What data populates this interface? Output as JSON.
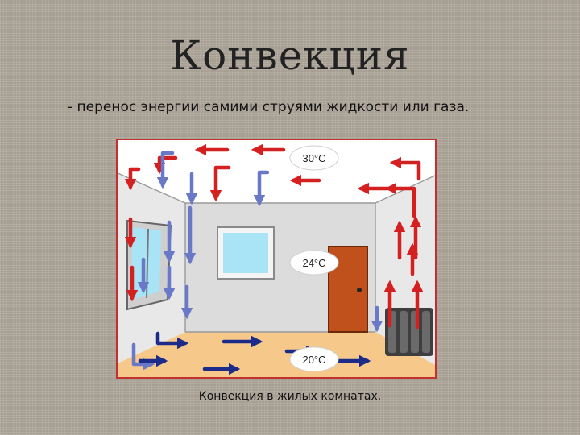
{
  "title": "Конвекция",
  "subtitle": "- перенос энергии самими струями жидкости или газа.",
  "caption": "Конвекция в жилых комнатах.",
  "temperatures": {
    "top": "30°C",
    "middle": "24°C",
    "bottom": "20°C"
  },
  "colors": {
    "warm_arrow": "#d42020",
    "cool_arrow": "#6a78c8",
    "floor_arrow": "#1c2a8a",
    "floor": "#f6c98a",
    "wall": "#dcdcdc",
    "door": "#c0501c",
    "frame": "#c23030"
  }
}
